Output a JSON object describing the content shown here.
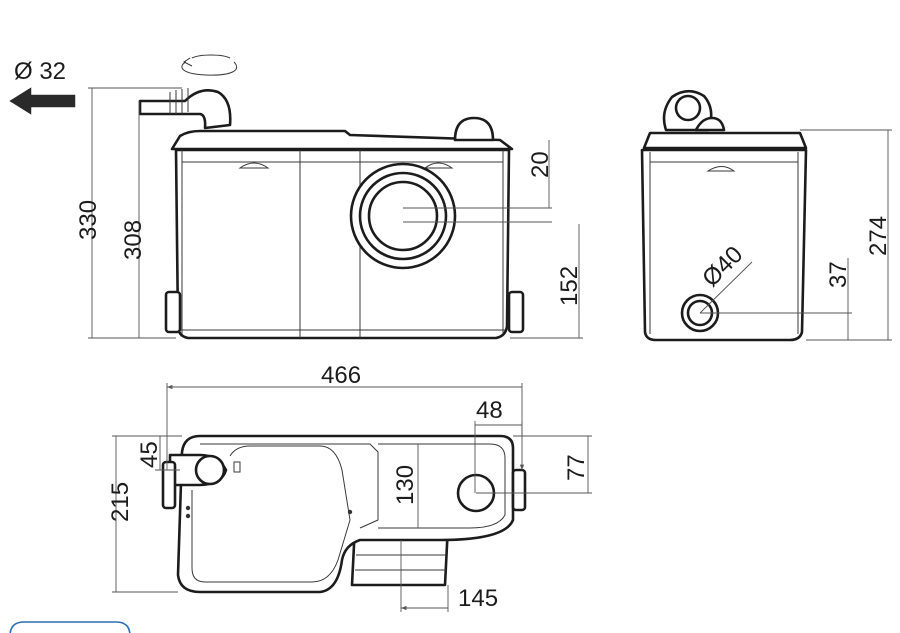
{
  "outlet": {
    "diameter_label": "Ø 32"
  },
  "front_view": {
    "height_total": "330",
    "height_outlet": "308",
    "inlet_offset_top": "20",
    "inlet_height": "152"
  },
  "side_view": {
    "height": "274",
    "inlet_diameter": "Ø40",
    "inlet_height": "37"
  },
  "top_view": {
    "width": "466",
    "depth": "215",
    "outlet_offset": "45",
    "inlet_offset_x": "48",
    "inlet_offset_y": "77",
    "inner_depth": "130",
    "socket_width": "145"
  }
}
